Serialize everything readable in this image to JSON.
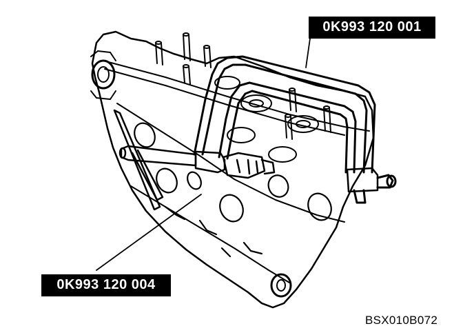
{
  "callouts": {
    "tool_top": "0K993 120 001",
    "tool_bottom": "0K993 120 004"
  },
  "figure_code": "BSX010B072",
  "colors": {
    "line": "#000000",
    "background": "#ffffff",
    "label_bg": "#000000",
    "label_text": "#ffffff"
  }
}
